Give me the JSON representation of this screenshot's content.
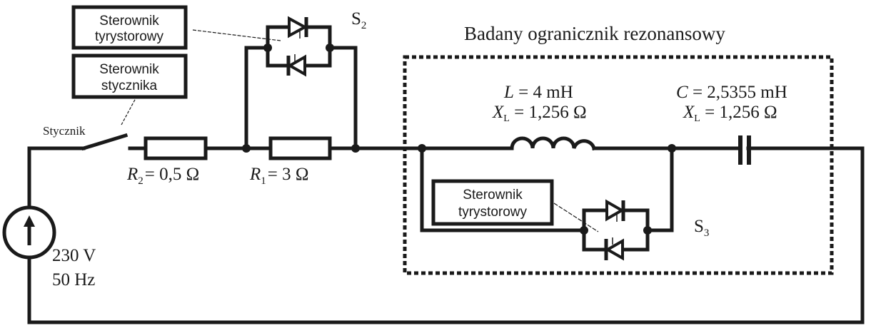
{
  "diagram": {
    "title": "Badany ogranicznik rezonansowy",
    "source": {
      "voltage": "230 V",
      "frequency": "50 Hz",
      "icon": "ac-source-arrow-up"
    },
    "contactor": {
      "label": "Stycznik"
    },
    "controllers": {
      "thyristor_s2": {
        "line1": "Sterownik",
        "line2": "tyrystorowy"
      },
      "contactor": {
        "line1": "Sterownik",
        "line2": "stycznika"
      },
      "thyristor_s3": {
        "line1": "Sterownik",
        "line2": "tyrystorowy"
      }
    },
    "switches": {
      "s2": {
        "letter": "S",
        "sub": "2"
      },
      "s3": {
        "letter": "S",
        "sub": "3"
      }
    },
    "resistors": {
      "r2": {
        "sym": "R",
        "sub": "2",
        "value": "= 0,5 Ω"
      },
      "r1": {
        "sym": "R",
        "sub": "1",
        "value": "= 3 Ω"
      }
    },
    "inductor": {
      "line1": "L = 4 mH",
      "sym": "X",
      "sub": "L",
      "value": " = 1,256 Ω"
    },
    "capacitor": {
      "line1": "C = 2,5355 mH",
      "sym": "X",
      "sub": "L",
      "value": " = 1,256 Ω"
    }
  }
}
